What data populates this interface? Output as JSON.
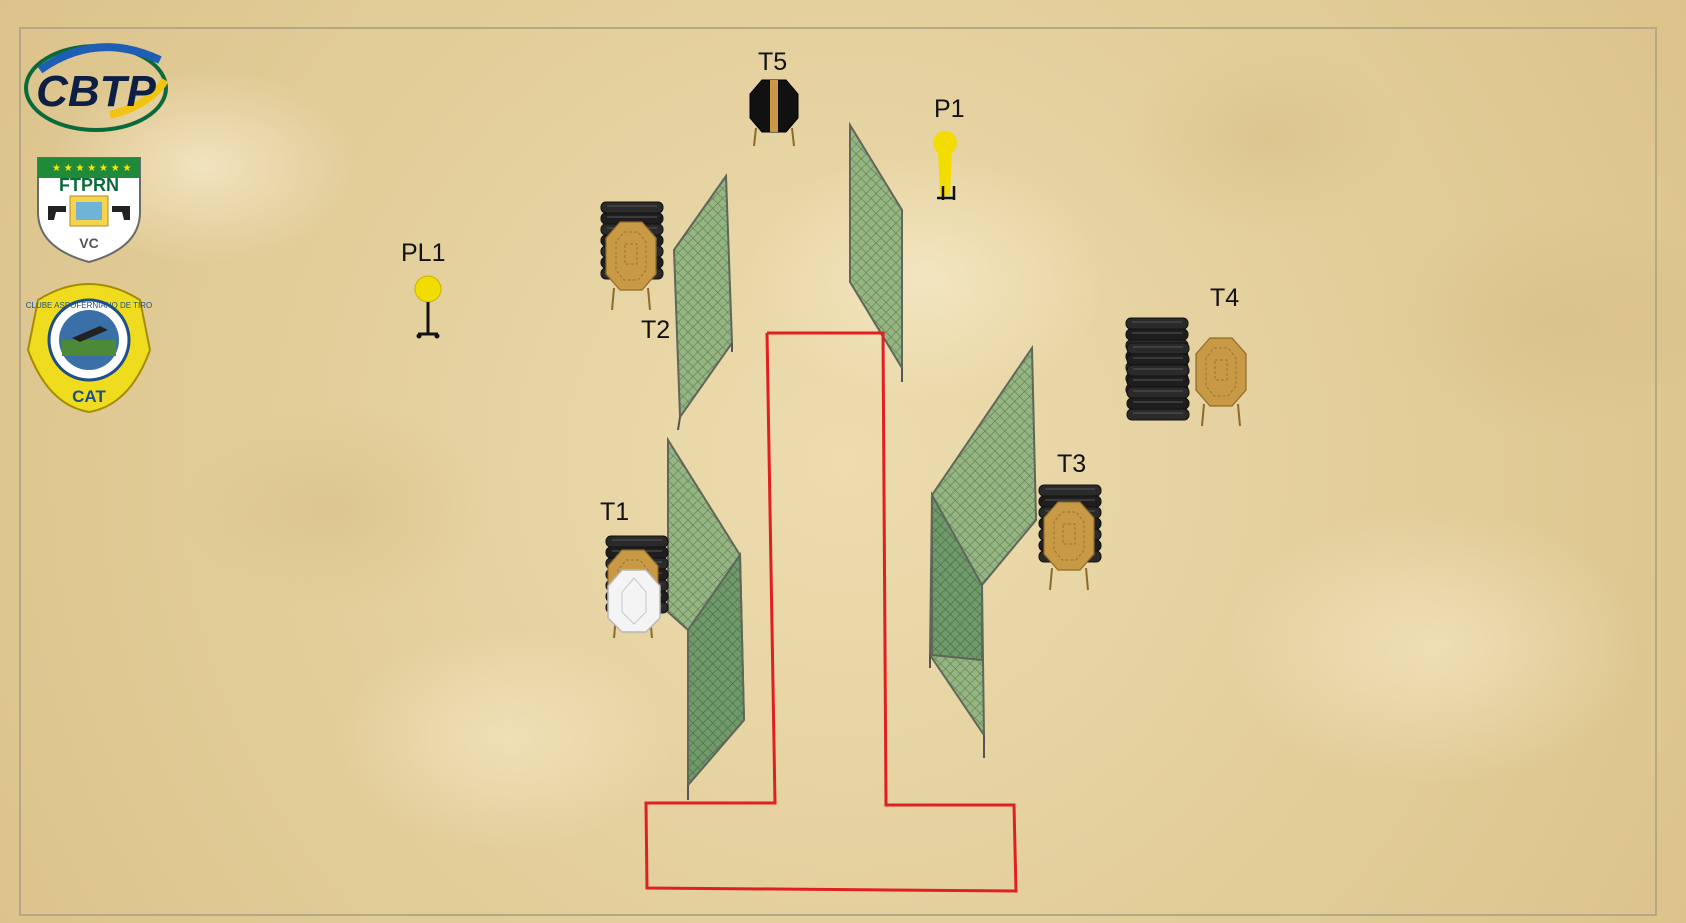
{
  "labels": {
    "t1": "T1",
    "t2": "T2",
    "t3": "T3",
    "t4": "T4",
    "t5": "T5",
    "p1": "P1",
    "pl1": "PL1"
  },
  "logos": {
    "cbtp": "CBTP",
    "ftprn": "FTPRN",
    "ftprn_monogram": "VC",
    "club_ring": "CLUBE ASPOFERNIANO DE TIRO",
    "cat": "CAT"
  },
  "colors": {
    "shooting_area_line": "#e02020",
    "paper_target": "#c99a45",
    "no_shoot_target": "#f4f4f4",
    "steel_popper": "#f3dc00",
    "wall_fill": "#8fb07d"
  },
  "icons": {
    "target": "cardboard-target-icon",
    "no_shoot": "no-shoot-target-icon",
    "popper": "steel-popper-icon",
    "plate": "steel-plate-icon",
    "tires": "tire-stack-icon",
    "wall": "mesh-wall-icon"
  }
}
